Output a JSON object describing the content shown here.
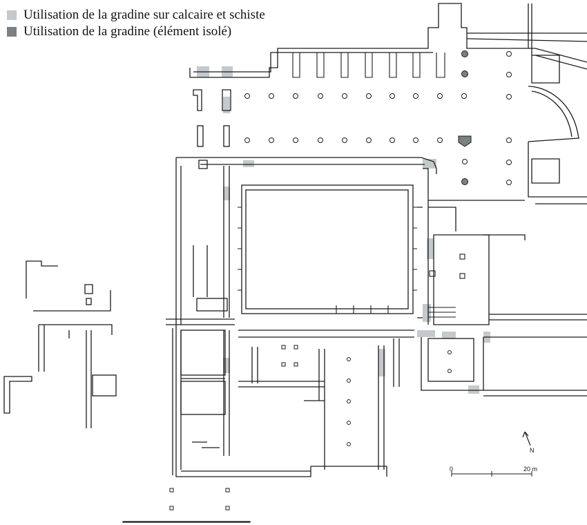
{
  "legend": {
    "items": [
      {
        "label": "Utilisation de la gradine sur calcaire et schiste",
        "color": "#c4c9cb"
      },
      {
        "label": "Utilisation de la gradine (élément isolé)",
        "color": "#7b8082"
      }
    ]
  },
  "scale_bar": {
    "start_label": "0",
    "end_label": "20 m"
  },
  "north_arrow": {
    "label": "N"
  },
  "colors": {
    "line": "#1a1a1a",
    "light_fill": "#c4c9cb",
    "dark_fill": "#7b8082"
  }
}
